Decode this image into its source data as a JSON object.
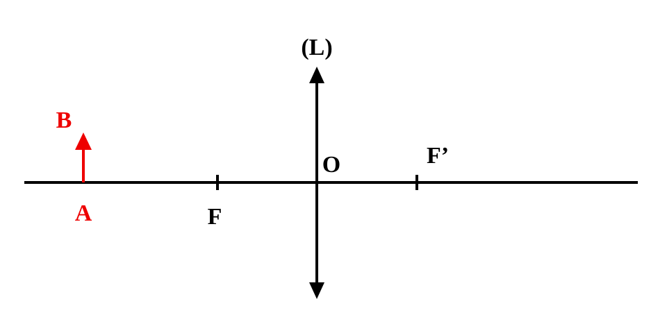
{
  "diagram": {
    "lens_label": "(L)",
    "optical_center_label": "O",
    "object_base_label": "A",
    "object_top_label": "B",
    "focal_point_label": "F",
    "image_focal_point_label": "F’",
    "colors": {
      "line": "#000000",
      "object": "#ee0000"
    }
  }
}
